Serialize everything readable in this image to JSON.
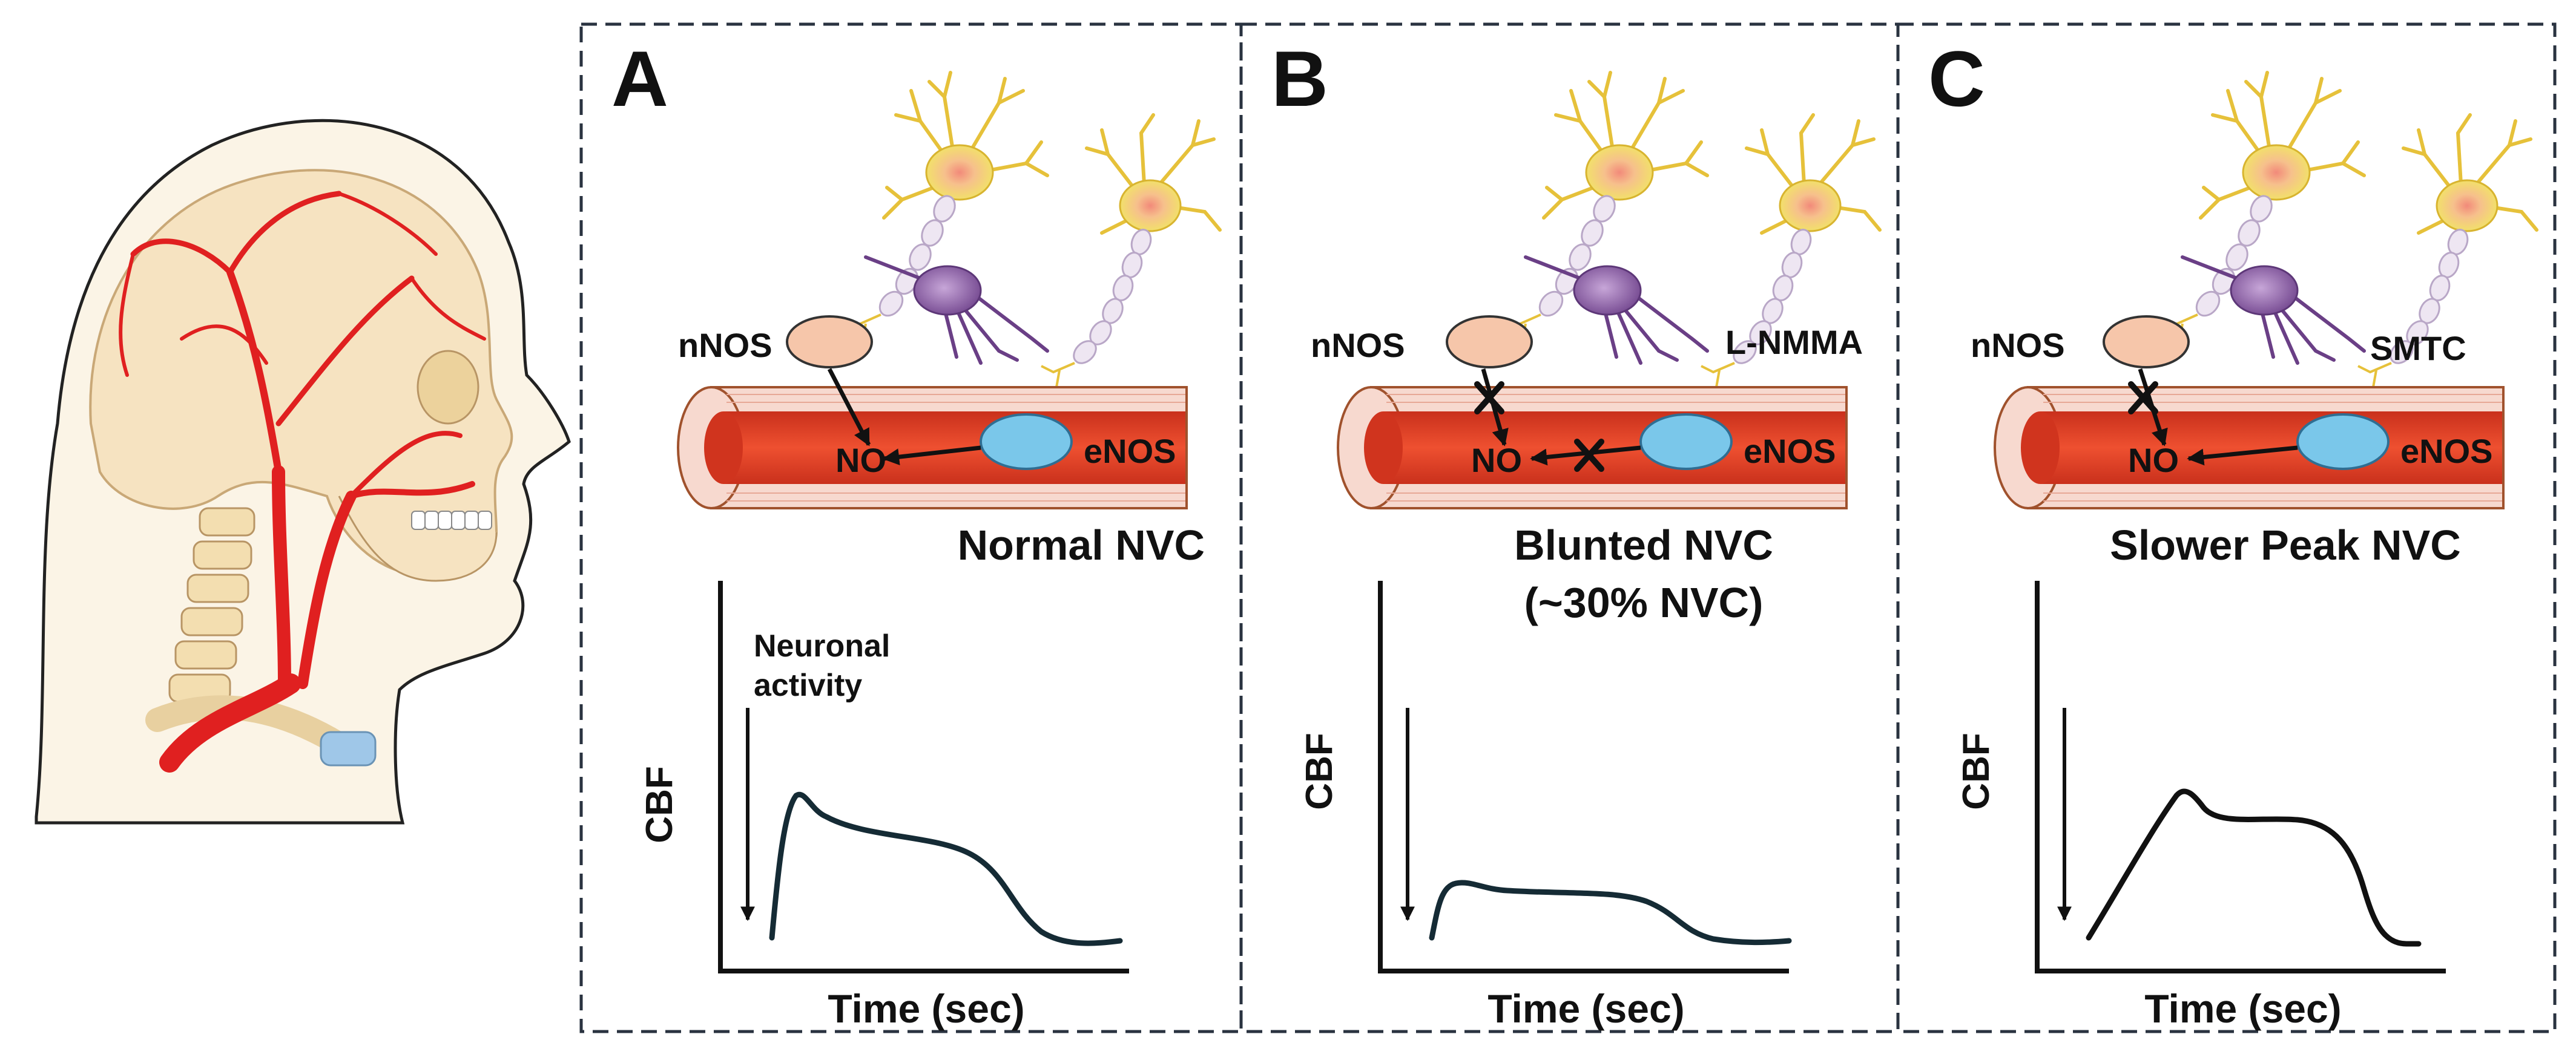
{
  "head_illustration": {
    "icon": "head-arteries-icon"
  },
  "panels": [
    {
      "letter": "A",
      "nnos_label": "nNOS",
      "no_label": "NO",
      "enos_label": "eNOS",
      "drug_label": "",
      "caption_line1": "Normal NVC",
      "caption_line2": "",
      "stimulus_label_line1": "Neuronal",
      "stimulus_label_line2": "activity",
      "nnos_blocked": false,
      "enos_blocked": false,
      "chart_data": {
        "type": "line",
        "ylabel": "CBF",
        "xlabel": "Time (sec)",
        "peak_response": "normal"
      }
    },
    {
      "letter": "B",
      "nnos_label": "nNOS",
      "no_label": "NO",
      "enos_label": "eNOS",
      "drug_label": "L-NMMA",
      "caption_line1": "Blunted NVC",
      "caption_line2": "(~30% NVC)",
      "stimulus_label_line1": "",
      "stimulus_label_line2": "",
      "nnos_blocked": true,
      "enos_blocked": true,
      "chart_data": {
        "type": "line",
        "ylabel": "CBF",
        "xlabel": "Time (sec)",
        "peak_response": "blunted"
      }
    },
    {
      "letter": "C",
      "nnos_label": "nNOS",
      "no_label": "NO",
      "enos_label": "eNOS",
      "drug_label": "SMTC",
      "caption_line1": "Slower Peak NVC",
      "caption_line2": "",
      "stimulus_label_line1": "",
      "stimulus_label_line2": "",
      "nnos_blocked": true,
      "enos_blocked": false,
      "chart_data": {
        "type": "line",
        "ylabel": "CBF",
        "xlabel": "Time (sec)",
        "peak_response": "slower"
      }
    }
  ],
  "colors": {
    "artery_red": "#e02020",
    "vessel_lumen": "#e8452a",
    "vessel_wall": "#f7d9cf",
    "enos_blue": "#7ac7ea",
    "nnos_peach": "#f6c6aa",
    "neuron_yellow": "#f2e06a",
    "interneuron_purple": "#9a6fb0",
    "trace_color": "#152b35",
    "skin": "#f6e3c1",
    "bone": "#f3deb0"
  }
}
